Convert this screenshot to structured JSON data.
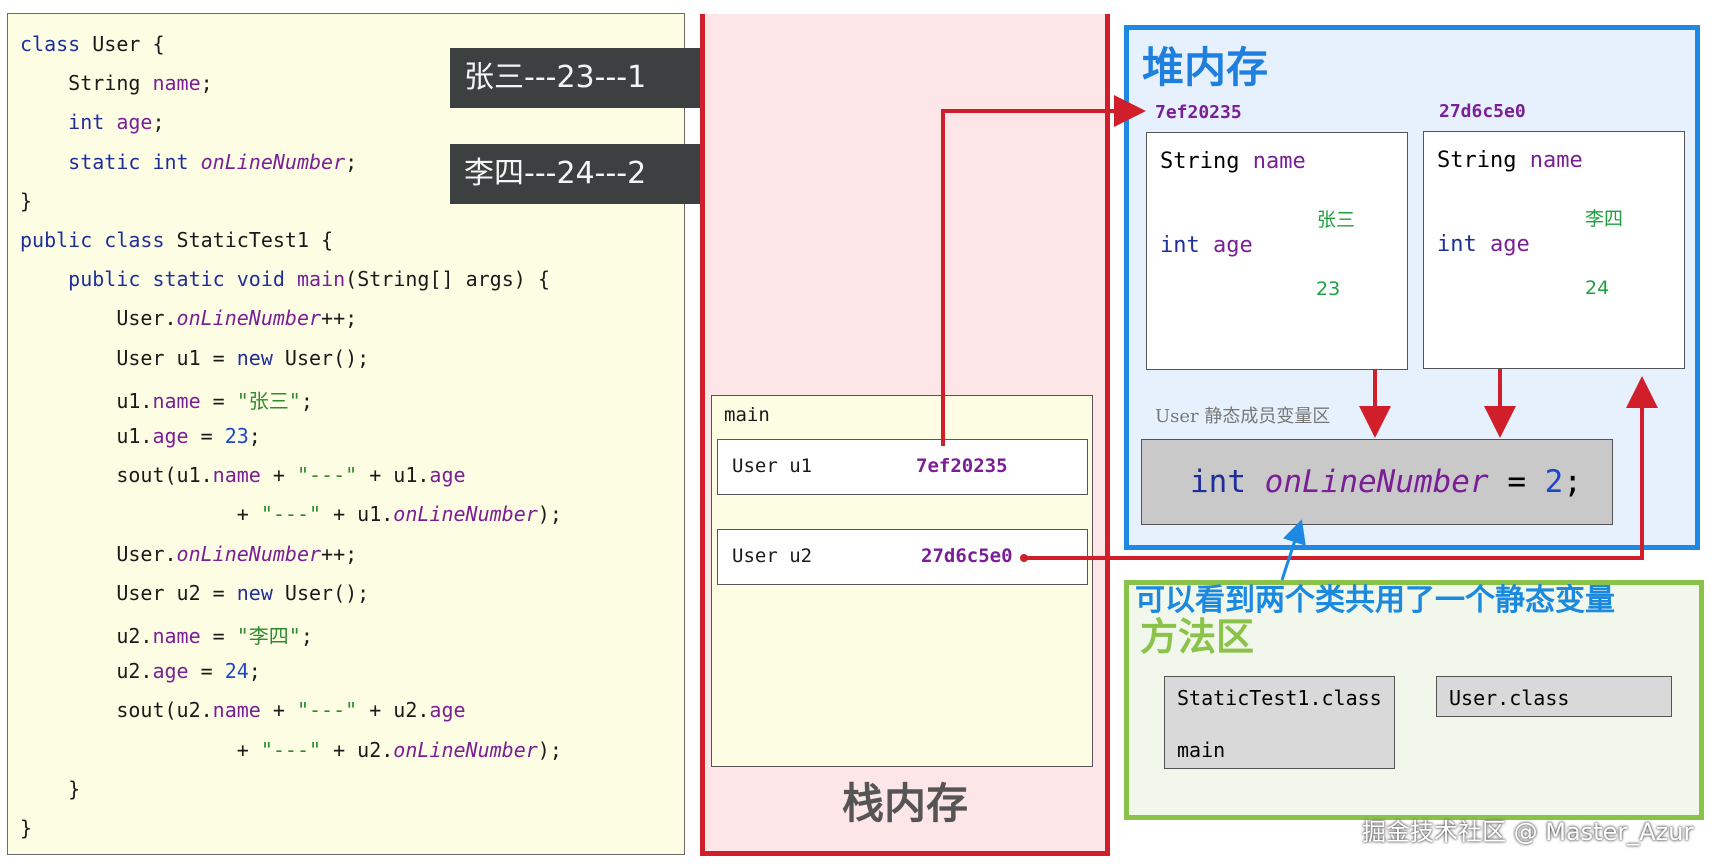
{
  "code": {
    "lines": [
      [
        {
          "t": "class",
          "c": "kw"
        },
        {
          "t": " User {"
        }
      ],
      [
        {
          "t": "    String "
        },
        {
          "t": "name",
          "c": "fld"
        },
        {
          "t": ";"
        }
      ],
      [
        {
          "t": "    "
        },
        {
          "t": "int",
          "c": "kw"
        },
        {
          "t": " "
        },
        {
          "t": "age",
          "c": "fld"
        },
        {
          "t": ";"
        }
      ],
      [
        {
          "t": "    "
        },
        {
          "t": "static",
          "c": "kw"
        },
        {
          "t": " "
        },
        {
          "t": "int",
          "c": "kw"
        },
        {
          "t": " "
        },
        {
          "t": "onLineNumber",
          "c": "it"
        },
        {
          "t": ";"
        }
      ],
      [
        {
          "t": "}"
        }
      ],
      [
        {
          "t": "public",
          "c": "kw"
        },
        {
          "t": " "
        },
        {
          "t": "class",
          "c": "kw"
        },
        {
          "t": " StaticTest1 {"
        }
      ],
      [
        {
          "t": "    "
        },
        {
          "t": "public",
          "c": "kw"
        },
        {
          "t": " "
        },
        {
          "t": "static",
          "c": "kw"
        },
        {
          "t": " "
        },
        {
          "t": "void",
          "c": "kw"
        },
        {
          "t": " "
        },
        {
          "t": "main",
          "c": "fld"
        },
        {
          "t": "(String[] args) {"
        }
      ],
      [
        {
          "t": "        User."
        },
        {
          "t": "onLineNumber",
          "c": "it"
        },
        {
          "t": "++;"
        }
      ],
      [
        {
          "t": "        User u1 = "
        },
        {
          "t": "new",
          "c": "kw"
        },
        {
          "t": " User();"
        }
      ],
      [
        {
          "t": "        u1."
        },
        {
          "t": "name",
          "c": "fld"
        },
        {
          "t": " = "
        },
        {
          "t": "\"张三\"",
          "c": "str"
        },
        {
          "t": ";"
        }
      ],
      [
        {
          "t": "        u1."
        },
        {
          "t": "age",
          "c": "fld"
        },
        {
          "t": " = "
        },
        {
          "t": "23",
          "c": "num"
        },
        {
          "t": ";"
        }
      ],
      [
        {
          "t": "        sout(u1."
        },
        {
          "t": "name",
          "c": "fld"
        },
        {
          "t": " + "
        },
        {
          "t": "\"---\"",
          "c": "str"
        },
        {
          "t": " + u1."
        },
        {
          "t": "age",
          "c": "fld"
        }
      ],
      [
        {
          "t": "                  + "
        },
        {
          "t": "\"---\"",
          "c": "str"
        },
        {
          "t": " + u1."
        },
        {
          "t": "onLineNumber",
          "c": "it"
        },
        {
          "t": ");"
        }
      ],
      [
        {
          "t": "        User."
        },
        {
          "t": "onLineNumber",
          "c": "it"
        },
        {
          "t": "++;"
        }
      ],
      [
        {
          "t": "        User u2 = "
        },
        {
          "t": "new",
          "c": "kw"
        },
        {
          "t": " User();"
        }
      ],
      [
        {
          "t": "        u2."
        },
        {
          "t": "name",
          "c": "fld"
        },
        {
          "t": " = "
        },
        {
          "t": "\"李四\"",
          "c": "str"
        },
        {
          "t": ";"
        }
      ],
      [
        {
          "t": "        u2."
        },
        {
          "t": "age",
          "c": "fld"
        },
        {
          "t": " = "
        },
        {
          "t": "24",
          "c": "num"
        },
        {
          "t": ";"
        }
      ],
      [
        {
          "t": "        sout(u2."
        },
        {
          "t": "name",
          "c": "fld"
        },
        {
          "t": " + "
        },
        {
          "t": "\"---\"",
          "c": "str"
        },
        {
          "t": " + u2."
        },
        {
          "t": "age",
          "c": "fld"
        }
      ],
      [
        {
          "t": "                  + "
        },
        {
          "t": "\"---\"",
          "c": "str"
        },
        {
          "t": " + u2."
        },
        {
          "t": "onLineNumber",
          "c": "it"
        },
        {
          "t": ");"
        }
      ],
      [
        {
          "t": "    }"
        }
      ],
      [
        {
          "t": "}"
        }
      ]
    ]
  },
  "outputs": [
    "张三---23---1",
    "李四---24---2"
  ],
  "stack": {
    "label": "栈内存",
    "frame_label": "main",
    "vars": [
      {
        "name": "User u1",
        "value": "7ef20235"
      },
      {
        "name": "User u2",
        "value": "27d6c5e0"
      }
    ]
  },
  "heap": {
    "label": "堆内存",
    "objects": [
      {
        "addr": "7ef20235",
        "field1_type": "String",
        "field1_name": "name",
        "field1_value": "张三",
        "field2_type": "int",
        "field2_name": "age",
        "field2_value": "23"
      },
      {
        "addr": "27d6c5e0",
        "field1_type": "String",
        "field1_name": "name",
        "field1_value": "李四",
        "field2_type": "int",
        "field2_name": "age",
        "field2_value": "24"
      }
    ],
    "static_area_label": "User 静态成员变量区",
    "static_var": {
      "type": "int",
      "name": "onLineNumber",
      "eq": "=",
      "value": "2",
      "semi": ";"
    }
  },
  "method_area": {
    "label": "方法区",
    "classes": [
      {
        "name": "StaticTest1.class",
        "member": "main"
      },
      {
        "name": "User.class",
        "member": ""
      }
    ]
  },
  "annotation": "可以看到两个类共用了一个静态变量",
  "watermark": "掘金技术社区 @ Master_Azur",
  "colors": {
    "arrow_red": "#d01f2a",
    "arrow_blue": "#1e88e5",
    "heap_border": "#1e88e5",
    "method_border": "#8bc34a"
  }
}
